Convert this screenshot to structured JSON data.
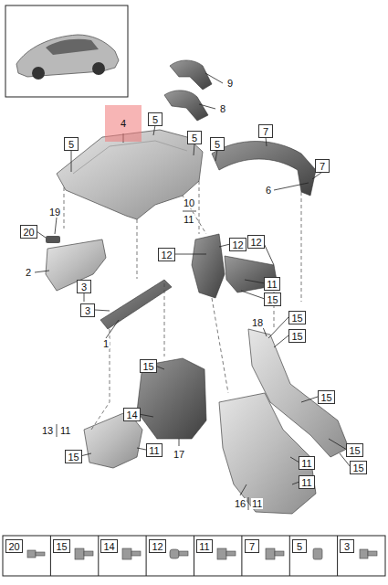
{
  "diagram": {
    "nodes": [
      {
        "text": [
          "4"
        ]
      },
      {
        "text": [
          "5"
        ]
      },
      {
        "text": [
          "5"
        ]
      },
      {
        "text": [
          "5"
        ]
      },
      {
        "text": [
          "5"
        ]
      },
      {
        "text": [
          "7"
        ]
      },
      {
        "text": [
          "7"
        ]
      },
      {
        "text": [
          "20"
        ]
      },
      {
        "text": [
          "12"
        ]
      },
      {
        "text": [
          "12"
        ]
      },
      {
        "text": [
          "12"
        ]
      },
      {
        "text": [
          "3"
        ]
      },
      {
        "text": [
          "11"
        ]
      },
      {
        "text": [
          "15"
        ]
      },
      {
        "text": [
          "3"
        ]
      },
      {
        "text": [
          "15"
        ]
      },
      {
        "text": [
          "15"
        ]
      },
      {
        "text": [
          "15"
        ]
      },
      {
        "text": [
          "15"
        ]
      },
      {
        "text": [
          "14"
        ]
      },
      {
        "text": [
          "15"
        ]
      },
      {
        "text": [
          "11"
        ]
      },
      {
        "text": [
          "15"
        ]
      },
      {
        "text": [
          "11"
        ]
      },
      {
        "text": [
          "11"
        ]
      },
      {
        "text": [
          "15"
        ]
      },
      {
        "text": [
          "20"
        ]
      },
      {
        "text": [
          "15"
        ]
      },
      {
        "text": [
          "14"
        ]
      },
      {
        "text": [
          "12"
        ]
      },
      {
        "text": [
          "11"
        ]
      },
      {
        "text": [
          "7"
        ]
      },
      {
        "text": [
          "5"
        ]
      },
      {
        "text": [
          "3"
        ]
      }
    ],
    "labels": [
      "9",
      "8",
      "6",
      "10",
      "11",
      "19",
      "2",
      "1",
      "18",
      "13",
      "11",
      "17",
      "16",
      "11"
    ]
  }
}
